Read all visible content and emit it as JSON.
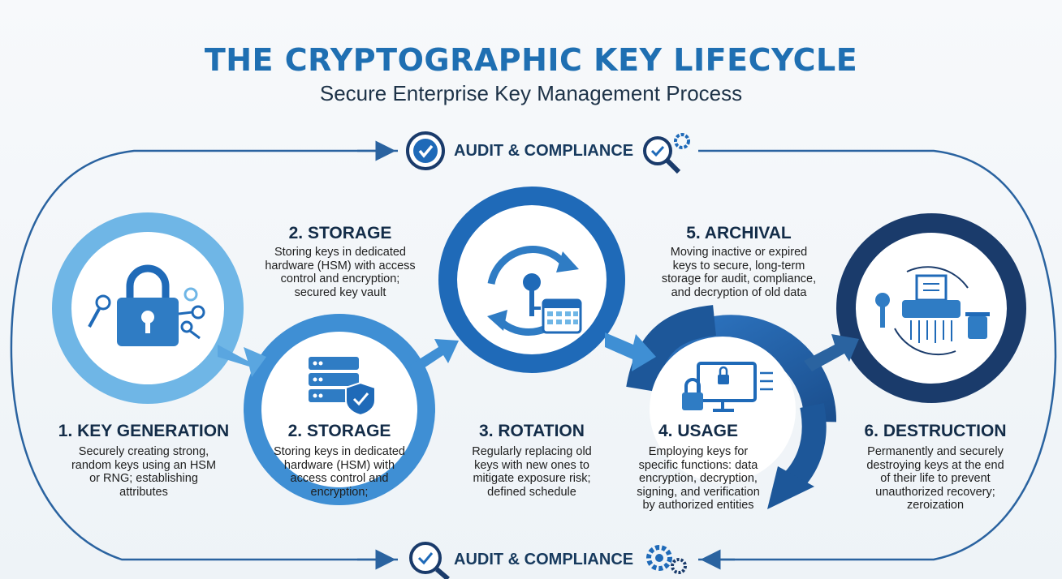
{
  "header": {
    "title": "THE CRYPTOGRAPHIC KEY LIFECYCLE",
    "subtitle": "Secure Enterprise Key Management Process"
  },
  "audit_top": {
    "label": "AUDIT & COMPLIANCE",
    "icons": [
      "check-circle-icon",
      "magnifier-gear-icon"
    ]
  },
  "audit_bottom": {
    "label": "AUDIT & COMPLIANCE",
    "icons": [
      "magnifier-check-icon",
      "gears-icon"
    ]
  },
  "top_notes": {
    "storage": {
      "title": "2. STORAGE",
      "desc": [
        "Storing keys in dedicated",
        "hardware (HSM) with access",
        "control and encryption;",
        "secured key vault"
      ]
    },
    "archival": {
      "title": "5. ARCHIVAL",
      "desc": [
        "Moving inactive or expired",
        "keys to secure, long-term",
        "storage for audit, compliance,",
        "and decryption of old data"
      ]
    }
  },
  "stages": [
    {
      "title": "1. KEY GENERATION",
      "icon": "padlock-keys-icon",
      "desc": [
        "Securely creating strong,",
        "random keys using an HSM",
        "or RNG; establishing",
        "attributes"
      ]
    },
    {
      "title": "2. STORAGE",
      "icon": "server-shield-icon",
      "desc": [
        "Storing keys in dedicated",
        "hardware (HSM) with",
        "access control and",
        "encryption;"
      ]
    },
    {
      "title": "3. ROTATION",
      "icon": "rotation-key-calendar-icon",
      "desc": [
        "Regularly replacing old",
        "keys with new ones to",
        "mitigate exposure risk;",
        "defined schedule"
      ]
    },
    {
      "title": "4. USAGE",
      "icon": "monitor-lock-icon",
      "desc": [
        "Employing keys for",
        "specific functions: data",
        "encryption, decryption,",
        "signing, and verification",
        "by authorized entities"
      ]
    },
    {
      "title": "6. DESTRUCTION",
      "icon": "shredder-trash-icon",
      "desc": [
        "Permanently and securely",
        "destroying keys at the end",
        "of their life to prevent",
        "unauthorized recovery;",
        "zeroization"
      ]
    }
  ],
  "colors": {
    "title": "#1f6fb2",
    "stage1": "#6fb6e6",
    "stage2": "#3f8fd4",
    "stage3": "#1f6ab8",
    "stage4": "#1d5799",
    "stage6": "#1a3b6b",
    "loop": "#2a63a0"
  }
}
